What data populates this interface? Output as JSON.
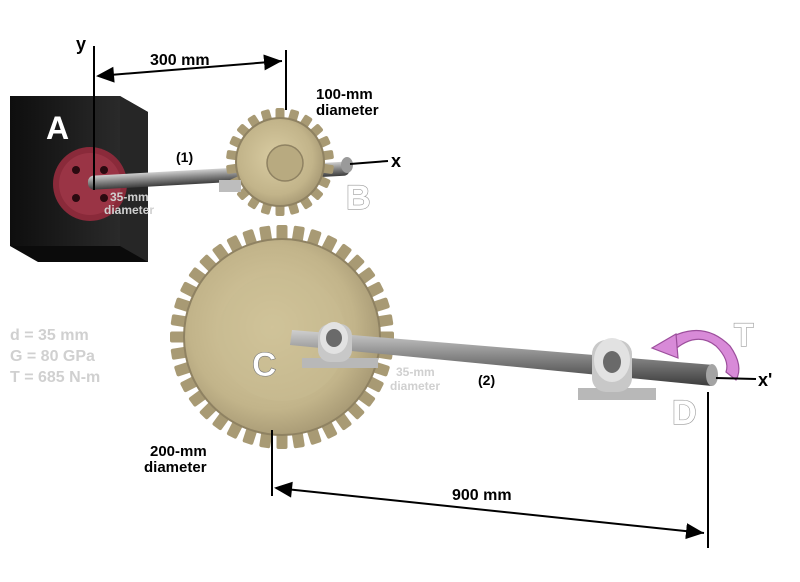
{
  "dimensions": {
    "gear_b_span": "300 mm",
    "shaft2_span": "900 mm"
  },
  "axes": {
    "y": "y",
    "x": "x",
    "x_prime": "x'"
  },
  "labels": {
    "support_a": "A",
    "gear_b": "B",
    "gear_c": "C",
    "end_d": "D",
    "torque_t": "T",
    "shaft1": "(1)",
    "shaft2": "(2)"
  },
  "diameters": {
    "gear_b_line1": "100-mm",
    "gear_b_line2": "diameter",
    "gear_c_line1": "200-mm",
    "gear_c_line2": "diameter",
    "shaft1_line1": "35-mm",
    "shaft1_line2": "diameter",
    "shaft2_line1": "35-mm",
    "shaft2_line2": "diameter"
  },
  "givens": {
    "d": "d  = 35 mm",
    "g": "G = 80 GPa",
    "t": "T = 685 N-m"
  },
  "colors": {
    "gear": "#c2b48a",
    "gear_dark": "#8f8262",
    "support_block": "#161616",
    "flange": "#8a2a3a",
    "shaft": "#6f6f6f",
    "torque_arrow": "#d88ad8"
  }
}
